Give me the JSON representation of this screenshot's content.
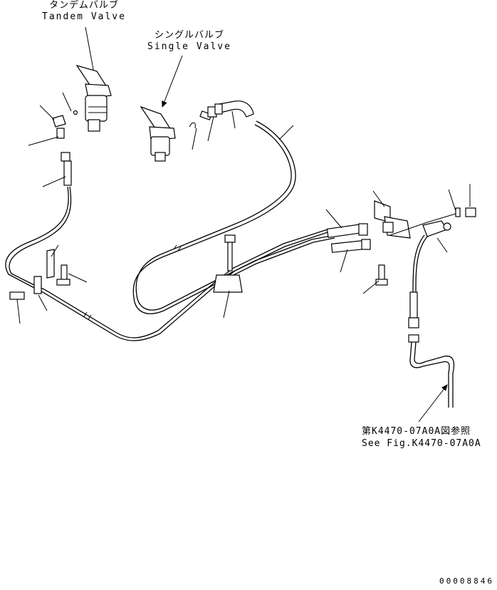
{
  "labels": {
    "tandem_valve_jp": "タンデムバルブ",
    "tandem_valve_en": "Tandem Valve",
    "single_valve_jp": "シングルバルブ",
    "single_valve_en": "Single Valve",
    "see_fig_jp": "第K4470-07A0A図参照",
    "see_fig_en": "See Fig.K4470-07A0A"
  },
  "document_number": "00008846"
}
